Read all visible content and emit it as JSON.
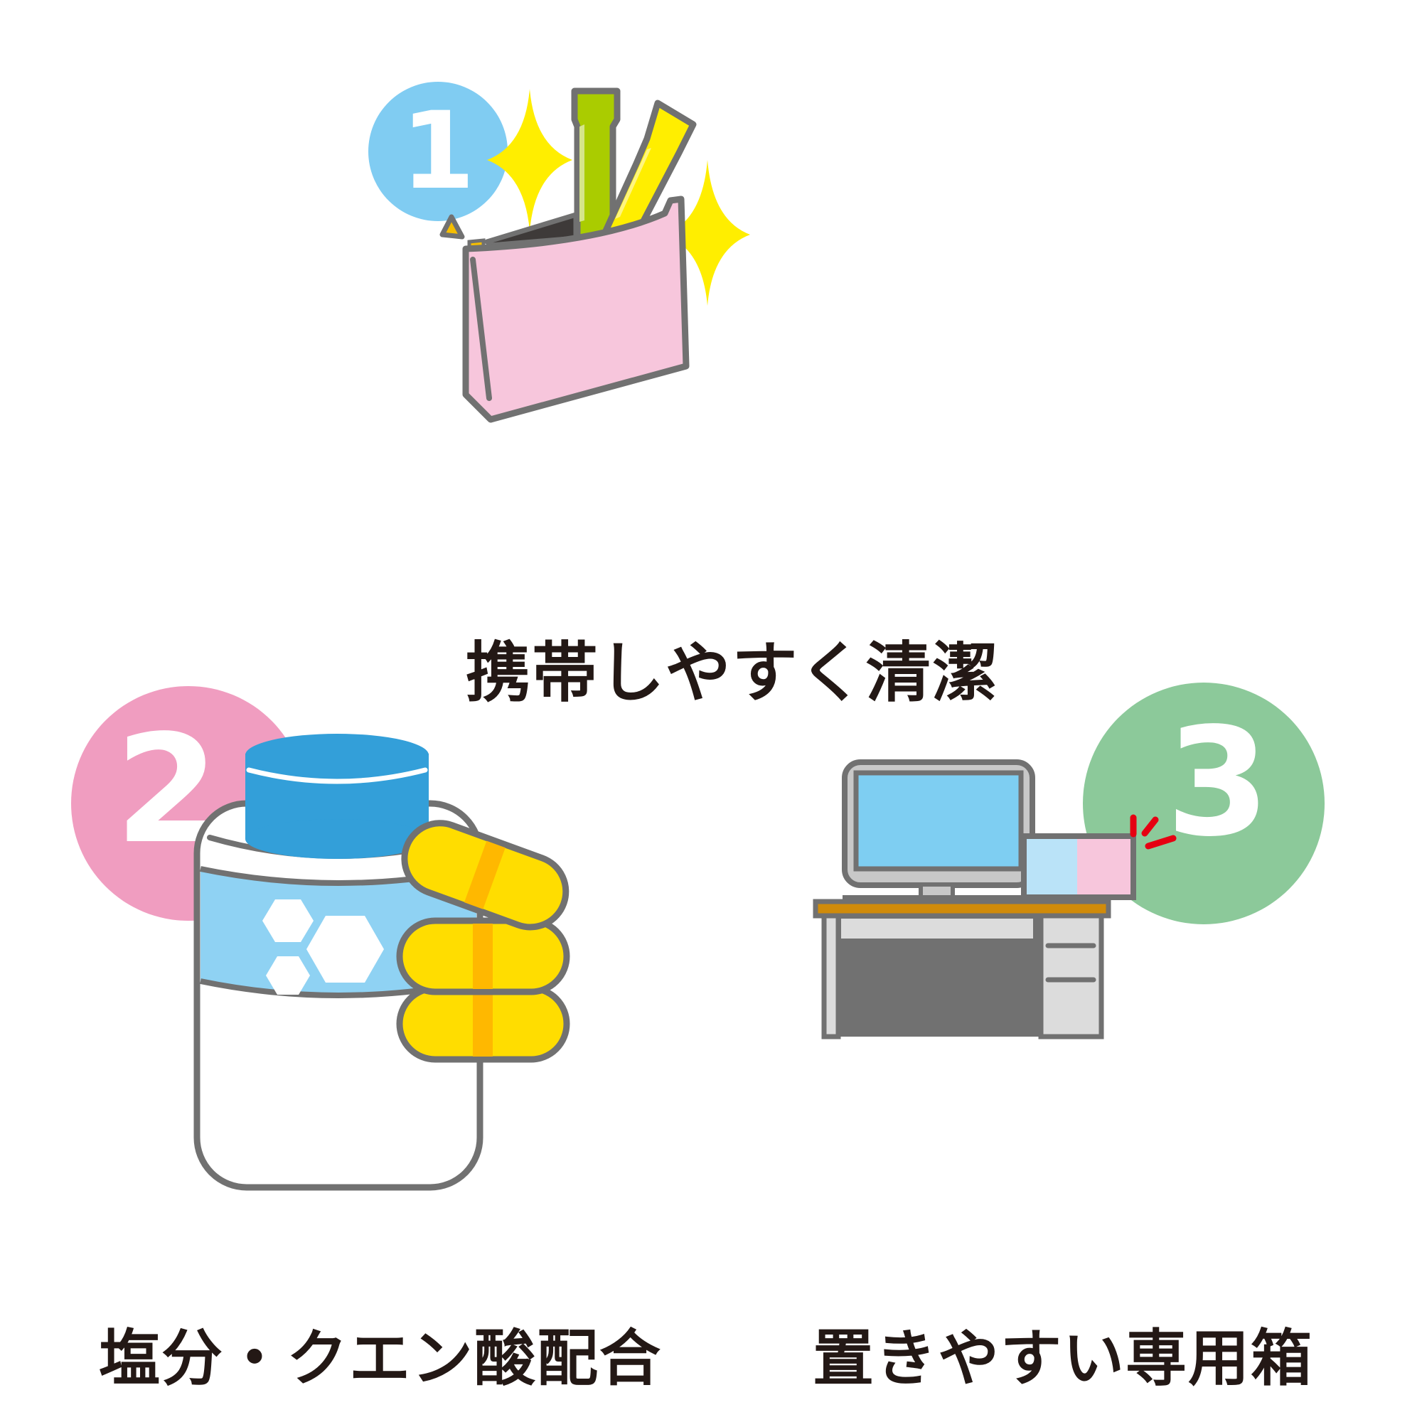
{
  "features": [
    {
      "number": "1",
      "caption": "携帯しやすく清潔",
      "illustration": "pouch-with-stick-packs",
      "badge_color": "#80CCF2"
    },
    {
      "number": "2",
      "caption": "塩分・クエン酸配合",
      "illustration": "tablet-bottle-with-capsules",
      "badge_color": "#F09DC0"
    },
    {
      "number": "3",
      "caption": "置きやすい専用箱",
      "illustration": "desk-with-monitor-and-box",
      "badge_color": "#8CC99A"
    }
  ],
  "colors": {
    "outline": "#717171",
    "pouch_pink": "#F7C6DC",
    "stick_green": "#AACC00",
    "stick_yellow": "#FFEE00",
    "sparkle": "#FFEE00",
    "cap_blue": "#339FD9",
    "label_blue": "#8FD2F3",
    "capsule_yellow": "#FFDD00",
    "capsule_band": "#FFB800",
    "screen_blue": "#7ECEF2",
    "desk_top": "#D08B0A",
    "box_blue": "#BAE3F8",
    "box_pink": "#F7C6DC",
    "alert_red": "#E60012",
    "text": "#231815"
  }
}
